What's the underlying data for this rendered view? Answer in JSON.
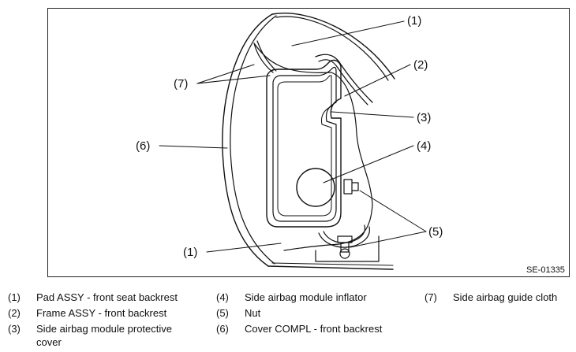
{
  "diagram": {
    "code": "SE-01335",
    "callouts": {
      "c1_top": "(1)",
      "c2": "(2)",
      "c3": "(3)",
      "c4": "(4)",
      "c5": "(5)",
      "c6": "(6)",
      "c7": "(7)",
      "c1_bottom": "(1)"
    }
  },
  "legend": [
    {
      "num": "(1)",
      "text": "Pad ASSY - front seat backrest"
    },
    {
      "num": "(2)",
      "text": "Frame ASSY - front backrest"
    },
    {
      "num": "(3)",
      "text": "Side airbag module protective cover"
    },
    {
      "num": "(4)",
      "text": "Side airbag module inflator"
    },
    {
      "num": "(5)",
      "text": "Nut"
    },
    {
      "num": "(6)",
      "text": "Cover COMPL - front backrest"
    },
    {
      "num": "(7)",
      "text": "Side airbag guide cloth"
    }
  ]
}
